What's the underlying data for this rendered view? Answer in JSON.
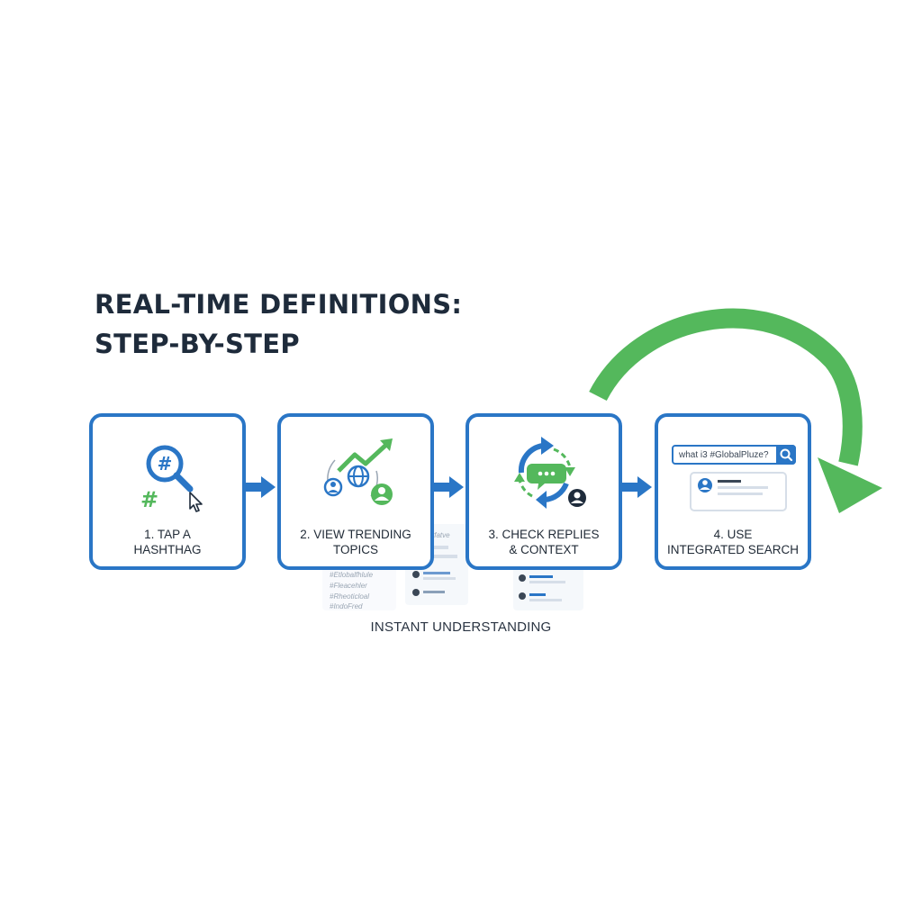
{
  "title": {
    "line1": "REAL-TIME DEFINITIONS:",
    "line2": "STEP-BY-STEP"
  },
  "steps": [
    {
      "line1": "1. TAP A",
      "line2": "HASHTHAG",
      "icon": "hashtag-magnifier-icon"
    },
    {
      "line1": "2. VIEW TRENDING",
      "line2": "TOPICS",
      "icon": "trending-globe-icon"
    },
    {
      "line1": "3. CHECK REPLIES",
      "line2": "& CONTEXT",
      "icon": "reply-cycle-icon"
    },
    {
      "line1": "4. USE",
      "line2": "INTEGRATED SEARCH",
      "icon": "search-icon"
    }
  ],
  "search": {
    "text": "what i3 #GlobalPluze?"
  },
  "background_tags": [
    "#Etlobalfhlule",
    "#Fleacehler",
    "#Rheoticloal",
    "#IndoFred"
  ],
  "background_header": "tfatve",
  "caption": "INSTANT UNDERSTANDING",
  "colors": {
    "blue": "#2a76c6",
    "green": "#54b85c",
    "dark": "#1e2b3b"
  }
}
